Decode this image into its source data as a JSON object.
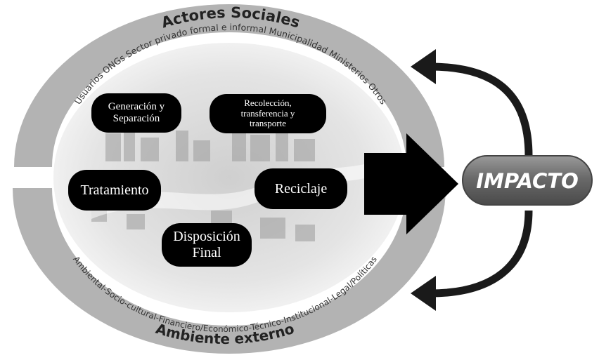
{
  "diagram": {
    "outer_ring": {
      "top_title": "Actores Sociales",
      "top_subtitle": "Usuarios ONGs Sector privado formal e informal Municipalidad Ministerios Otros",
      "bottom_title": "Ambiente externo",
      "bottom_subtitle": "Ambiental-Socio-cultural-Financiero/Económico-Técnico-Institucional-Legal/Políticas"
    },
    "stages": [
      {
        "label": "Generación y\nSeparación"
      },
      {
        "label": "Recolección,\ntransferencia y\ntransporte"
      },
      {
        "label": "Tratamiento"
      },
      {
        "label": "Reciclaje"
      },
      {
        "label": "Disposición\nFinal"
      }
    ],
    "impact": {
      "label": "IMPACTO"
    },
    "colors": {
      "ring": "#b3b3b3",
      "pill_background": "#000000",
      "pill_text": "#ffffff",
      "impact_fill": "#6d6d6d",
      "arrows": "#1a1a1a"
    }
  }
}
